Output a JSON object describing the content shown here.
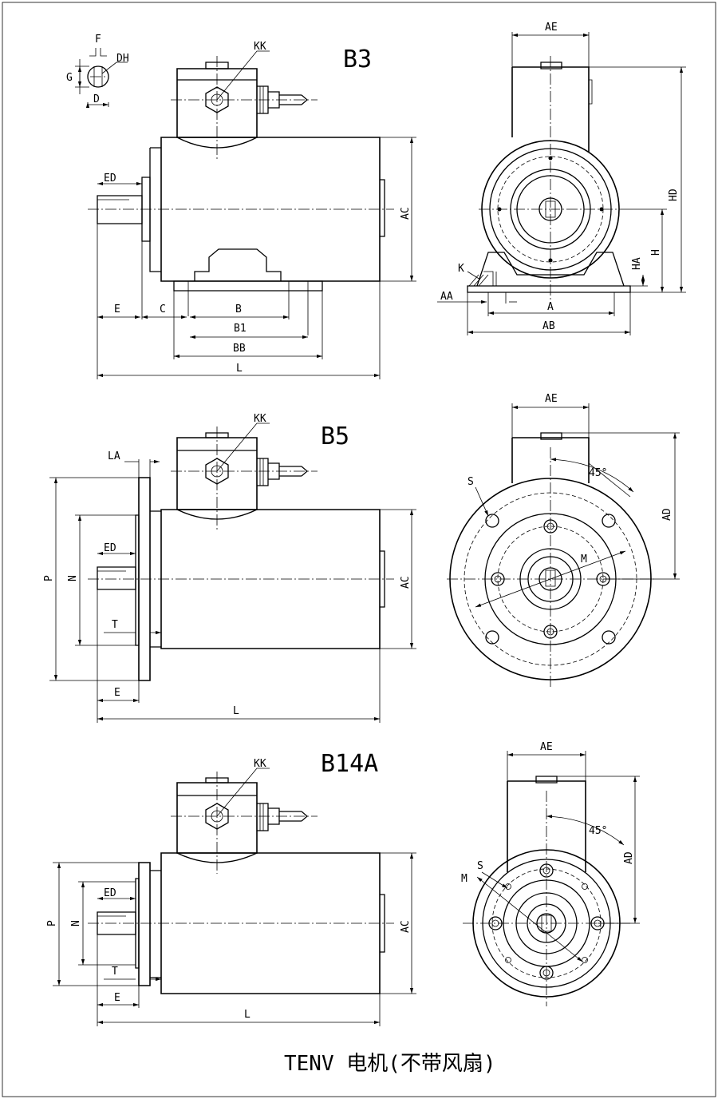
{
  "drawing": {
    "title": "TENV 电机(不带风扇)",
    "views": {
      "b3": {
        "name": "B3",
        "labels": {
          "kk": "KK",
          "f": "F",
          "dh": "DH",
          "g": "G",
          "d": "D",
          "ed": "ED",
          "ac": "AC",
          "e": "E",
          "c": "C",
          "b": "B",
          "b1": "B1",
          "bb": "BB",
          "l": "L"
        },
        "end_labels": {
          "ae": "AE",
          "hd": "HD",
          "h": "H",
          "ha": "HA",
          "k": "K",
          "aa": "AA",
          "a": "A",
          "ab": "AB"
        }
      },
      "b5": {
        "name": "B5",
        "labels": {
          "kk": "KK",
          "la": "LA",
          "ed": "ED",
          "p": "P",
          "n": "N",
          "t": "T",
          "e": "E",
          "ac": "AC",
          "l": "L"
        },
        "end_labels": {
          "ae": "AE",
          "angle": "45°",
          "s": "S",
          "ad": "AD",
          "m": "M"
        }
      },
      "b14a": {
        "name": "B14A",
        "labels": {
          "kk": "KK",
          "ed": "ED",
          "p": "P",
          "n": "N",
          "t": "T",
          "e": "E",
          "ac": "AC",
          "l": "L"
        },
        "end_labels": {
          "ae": "AE",
          "angle": "45°",
          "s": "S",
          "m": "M",
          "ad": "AD"
        }
      }
    }
  }
}
